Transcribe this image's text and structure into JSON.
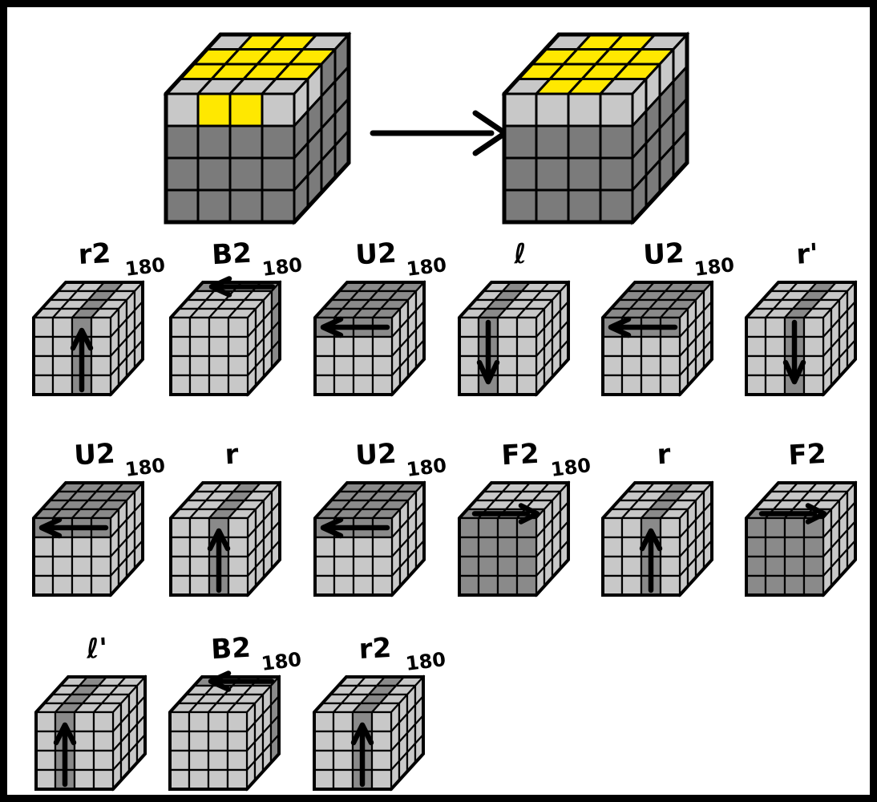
{
  "palette": {
    "background": "#FFFFFF",
    "border": "#000000",
    "line": "#000000",
    "light": "#C8C8C8",
    "dark": "#7B7B7B",
    "highlight": "#8A8A8A",
    "yellow": "#FFE800"
  },
  "transform": {
    "arrow": "right",
    "before": {
      "top": [
        [
          "L",
          "Y",
          "Y",
          "L"
        ],
        [
          "Y",
          "Y",
          "Y",
          "Y"
        ],
        [
          "Y",
          "Y",
          "Y",
          "Y"
        ],
        [
          "L",
          "L",
          "L",
          "L"
        ]
      ],
      "front": [
        [
          "L",
          "Y",
          "Y",
          "L"
        ],
        [
          "D",
          "D",
          "D",
          "D"
        ],
        [
          "D",
          "D",
          "D",
          "D"
        ],
        [
          "D",
          "D",
          "D",
          "D"
        ]
      ],
      "right": [
        [
          "L",
          "L",
          "D",
          "D"
        ],
        [
          "D",
          "D",
          "D",
          "D"
        ],
        [
          "D",
          "D",
          "D",
          "D"
        ],
        [
          "D",
          "D",
          "D",
          "D"
        ]
      ]
    },
    "after": {
      "top": [
        [
          "L",
          "Y",
          "Y",
          "L"
        ],
        [
          "Y",
          "Y",
          "Y",
          "Y"
        ],
        [
          "Y",
          "Y",
          "Y",
          "Y"
        ],
        [
          "L",
          "Y",
          "Y",
          "L"
        ]
      ],
      "front": [
        [
          "L",
          "L",
          "L",
          "L"
        ],
        [
          "D",
          "D",
          "D",
          "D"
        ],
        [
          "D",
          "D",
          "D",
          "D"
        ],
        [
          "D",
          "D",
          "D",
          "D"
        ]
      ],
      "right": [
        [
          "L",
          "L",
          "L",
          "L"
        ],
        [
          "D",
          "D",
          "D",
          "D"
        ],
        [
          "D",
          "D",
          "D",
          "D"
        ],
        [
          "D",
          "D",
          "D",
          "D"
        ]
      ]
    }
  },
  "steps": [
    {
      "label": "r2",
      "rotation": "180",
      "slice": "inner-right",
      "arrow": "up"
    },
    {
      "label": "B2",
      "rotation": "180",
      "slice": "back",
      "arrow": "left-back-row"
    },
    {
      "label": "U2",
      "rotation": "180",
      "slice": "top",
      "arrow": "left-top-row"
    },
    {
      "label": "ℓ",
      "rotation": "",
      "slice": "inner-left",
      "arrow": "down"
    },
    {
      "label": "U2",
      "rotation": "180",
      "slice": "top",
      "arrow": "left-top-row"
    },
    {
      "label": "r'",
      "rotation": "",
      "slice": "inner-right",
      "arrow": "down"
    },
    {
      "label": "U2",
      "rotation": "180",
      "slice": "top",
      "arrow": "left-top-row"
    },
    {
      "label": "r",
      "rotation": "",
      "slice": "inner-right",
      "arrow": "up"
    },
    {
      "label": "U2",
      "rotation": "180",
      "slice": "top",
      "arrow": "left-top-row"
    },
    {
      "label": "F2",
      "rotation": "180",
      "slice": "front",
      "arrow": "right-front-row"
    },
    {
      "label": "r",
      "rotation": "",
      "slice": "inner-right",
      "arrow": "up"
    },
    {
      "label": "F2",
      "rotation": "",
      "slice": "front",
      "arrow": "right-front-row"
    },
    {
      "label": "ℓ'",
      "rotation": "",
      "slice": "inner-left",
      "arrow": "up"
    },
    {
      "label": "B2",
      "rotation": "180",
      "slice": "back",
      "arrow": "left-back-row"
    },
    {
      "label": "r2",
      "rotation": "180",
      "slice": "inner-right",
      "arrow": "up"
    }
  ]
}
